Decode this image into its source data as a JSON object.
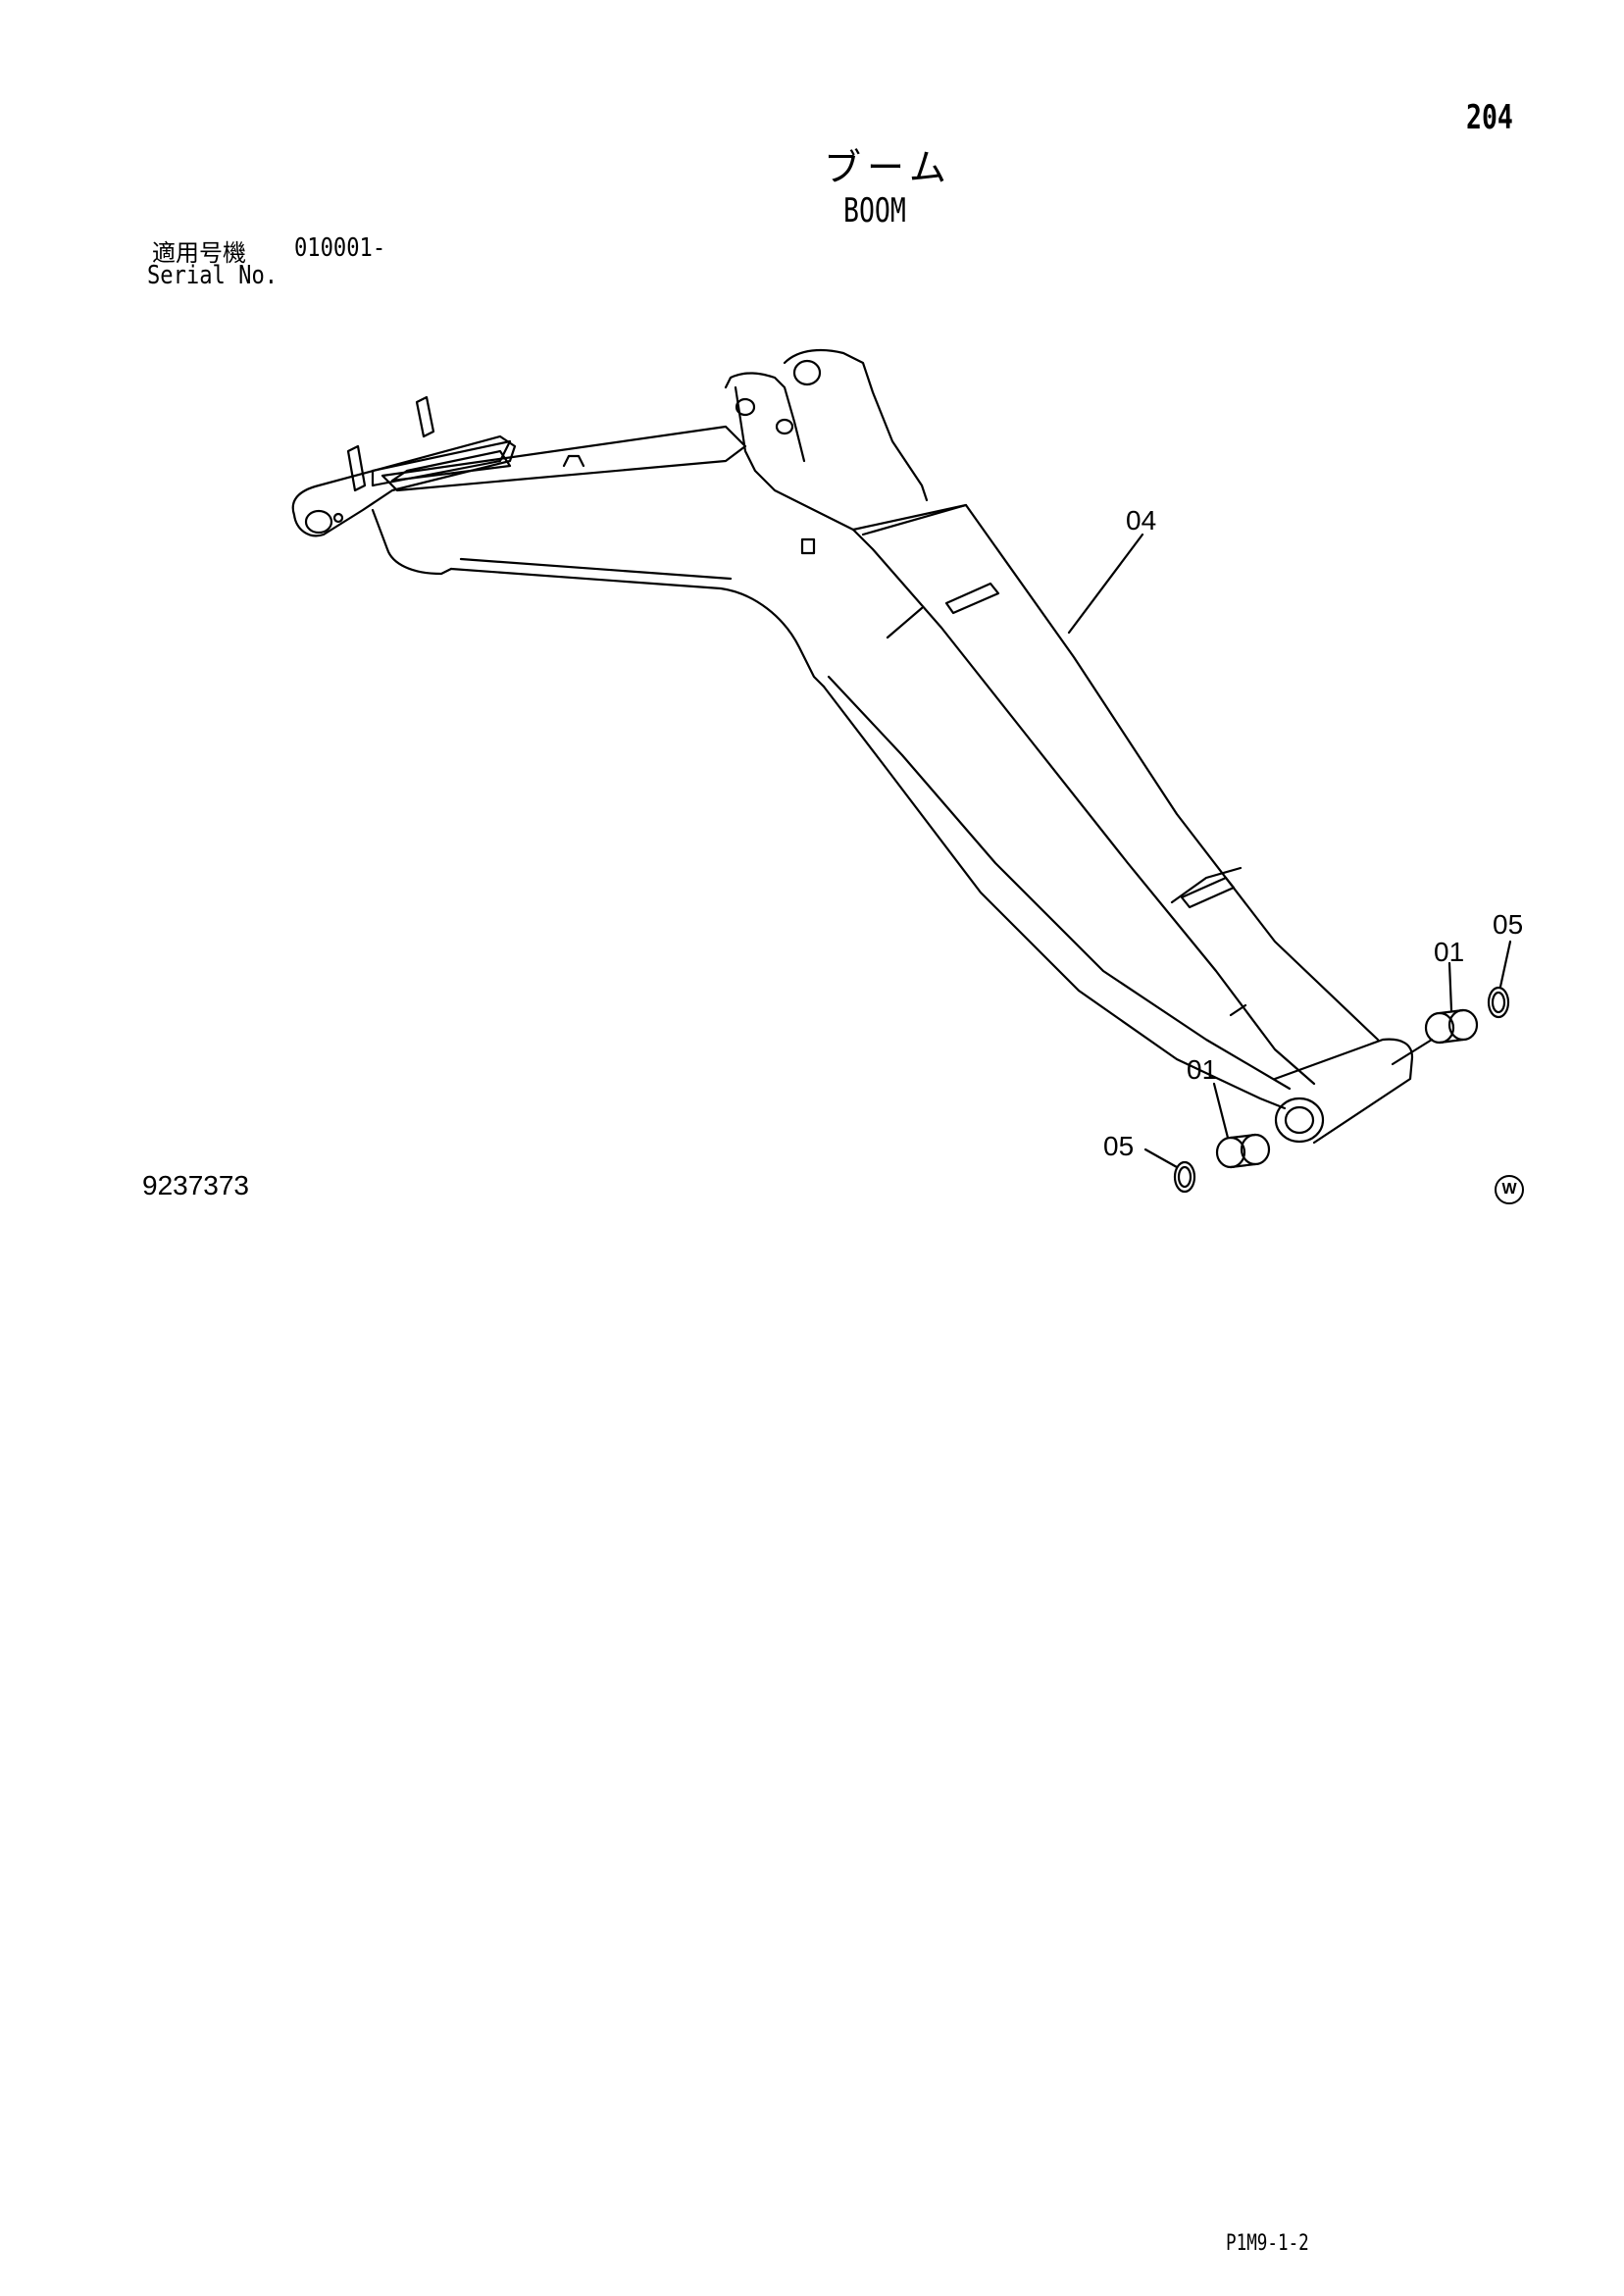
{
  "header": {
    "page_number": "204",
    "title_jp": "ブーム",
    "title_en": "BOOM",
    "serial_label_jp": "適用号機",
    "serial_value": "010001-",
    "serial_label_en": "Serial No."
  },
  "callouts": {
    "part_04": "04",
    "part_01_upper": "01",
    "part_05_upper": "05",
    "part_01_lower": "01",
    "part_05_lower": "05"
  },
  "footer": {
    "figure_id": "9237373",
    "mark": "W",
    "page_code": "P1M9-1-2"
  }
}
